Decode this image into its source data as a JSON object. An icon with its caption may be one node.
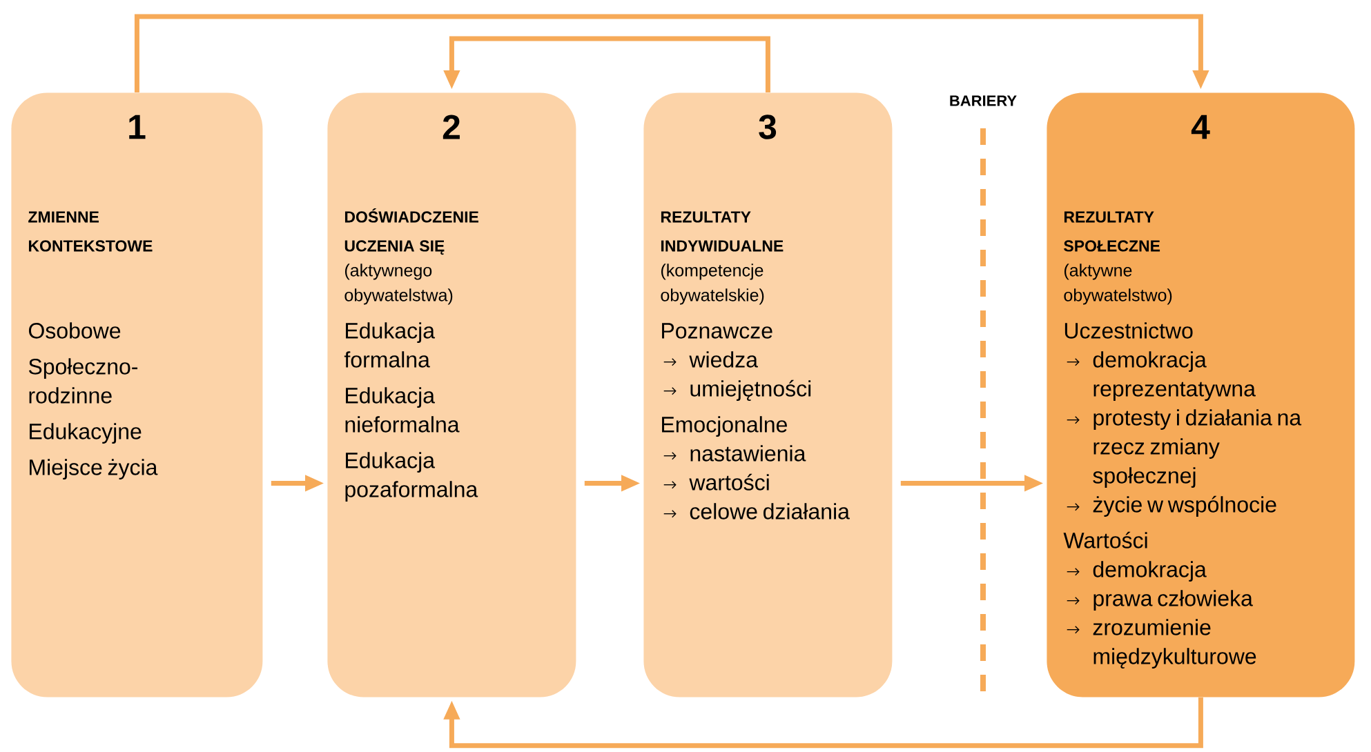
{
  "diagram": {
    "nodes": [
      {
        "text": [
          "1",
          "ZMIENNE KONTEKSTOWE",
          "Osobowe",
          "Społeczno-rodzinne",
          "Edukacyjne",
          "Miejsce życia"
        ]
      },
      {
        "text": [
          "2",
          "DOŚWIADCZENIE UCZENIA SIĘ",
          "(aktywnego obywatelstwa)",
          "Edukacja formalna",
          "Edukacja nieformalna",
          "Edukacja pozaformalna"
        ]
      },
      {
        "text": [
          "3",
          "REZULTATY INDYWIDUALNE",
          "(kompetencje obywatelskie)",
          "Poznawcze",
          "wiedza",
          "umiejętności",
          "Emocjonalne",
          "nastawienia",
          "wartości",
          "celowe działania"
        ]
      },
      {
        "text": [
          "4",
          "REZULTATY SPOŁECZNE",
          "(aktywne obywatelstwo)",
          "Uczestnictwo",
          "demokracja reprezentatywna",
          "protesty i działania na rzecz zmiany społecznej",
          "życie w wspólnocie",
          "Wartości",
          "demokracja",
          "prawa człowieka",
          "zrozumienie międzykulturowe"
        ]
      }
    ],
    "edges": [
      {
        "from": 0,
        "to": 3,
        "arrow": "to"
      },
      {
        "from": 2,
        "to": 1,
        "arrow": "to"
      },
      {
        "from": 3,
        "to": 1,
        "arrow": "to"
      },
      {
        "from": 0,
        "to": 1,
        "arrow": "to"
      },
      {
        "from": 1,
        "to": 2,
        "arrow": "to"
      },
      {
        "from": 2,
        "to": 3,
        "arrow": "to"
      }
    ],
    "labels": [
      "BARIERY"
    ]
  }
}
